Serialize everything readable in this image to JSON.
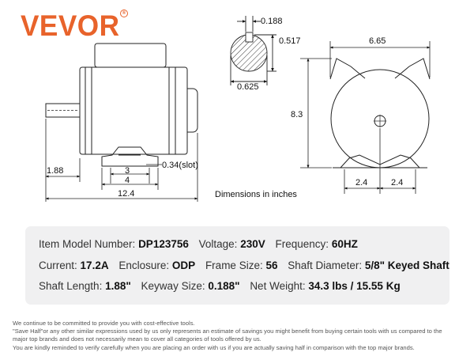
{
  "brand": {
    "logo_text": "VEVOR",
    "registered_mark": "®"
  },
  "drawing": {
    "dimensions": {
      "keyway_width": "0.188",
      "keyway_depth": "0.517",
      "shaft_diameter": "0.625",
      "overall_width": "6.65",
      "overall_height": "8.3",
      "shaft_length": "1.88",
      "slot": "0.34(slot)",
      "foot_inner": "3",
      "foot_outer": "4",
      "overall_length": "12.4",
      "base_left": "2.4",
      "base_right": "2.4"
    },
    "caption": "Dimensions in inches"
  },
  "specs": {
    "model_label": "Item Model Number:",
    "model_value": "DP123756",
    "voltage_label": "Voltage:",
    "voltage_value": "230V",
    "frequency_label": "Frequency:",
    "frequency_value": "60HZ",
    "current_label": "Current:",
    "current_value": "17.2A",
    "enclosure_label": "Enclosure:",
    "enclosure_value": "ODP",
    "frame_label": "Frame Size:",
    "frame_value": "56",
    "shaft_diameter_label": "Shaft Diameter:",
    "shaft_diameter_value": "5/8\" Keyed Shaft",
    "shaft_length_label": "Shaft Length:",
    "shaft_length_value": "1.88\"",
    "keyway_label": "Keyway Size:",
    "keyway_value": "0.188\"",
    "weight_label": "Net Weight:",
    "weight_value": "34.3 lbs / 15.55 Kg"
  },
  "disclaimer": {
    "line1": "We continue to be committed to provide you with cost-effective tools.",
    "line2": "\"Save Half\"or any other similar expressions used by us only represents an estimate of savings you might benefit from buying certain tools with us compared to the",
    "line3": "major top brands and does not necessarily mean to cover all categories of tools offered by us.",
    "line4": "You are kindly reminded to verify carefully when you are placing an order with us if you are actually saving half in comparison with the top major brands."
  }
}
